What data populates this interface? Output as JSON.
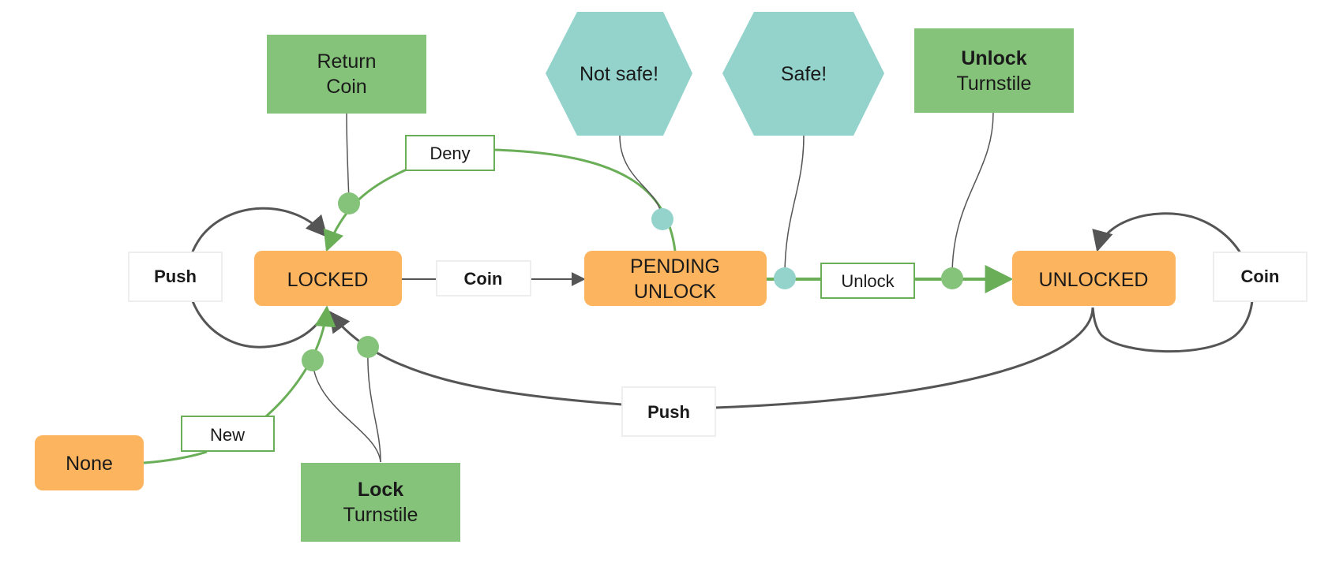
{
  "states": {
    "locked": "LOCKED",
    "pending_line1": "PENDING",
    "pending_line2": "UNLOCK",
    "unlocked": "UNLOCKED",
    "none": "None"
  },
  "actions": {
    "return_coin_line1": "Return",
    "return_coin_line2": "Coin",
    "unlock_turnstile_line1": "Unlock",
    "unlock_turnstile_line2": "Turnstile",
    "lock_turnstile_line1": "Lock",
    "lock_turnstile_line2": "Turnstile"
  },
  "guards": {
    "not_safe": "Not safe!",
    "safe": "Safe!"
  },
  "transitions": {
    "push_locked_loop": "Push",
    "coin_locked_to_pending": "Coin",
    "deny": "Deny",
    "unlock": "Unlock",
    "coin_unlocked_loop": "Coin",
    "push_unlocked_to_locked": "Push",
    "new": "New"
  },
  "colors": {
    "state_fill": "#fdb45e",
    "action_fill": "#86c37a",
    "guard_fill": "#93d3cb",
    "dark_edge": "#555555",
    "green_edge": "#6aae58",
    "teal_dot": "#93d3cb"
  }
}
